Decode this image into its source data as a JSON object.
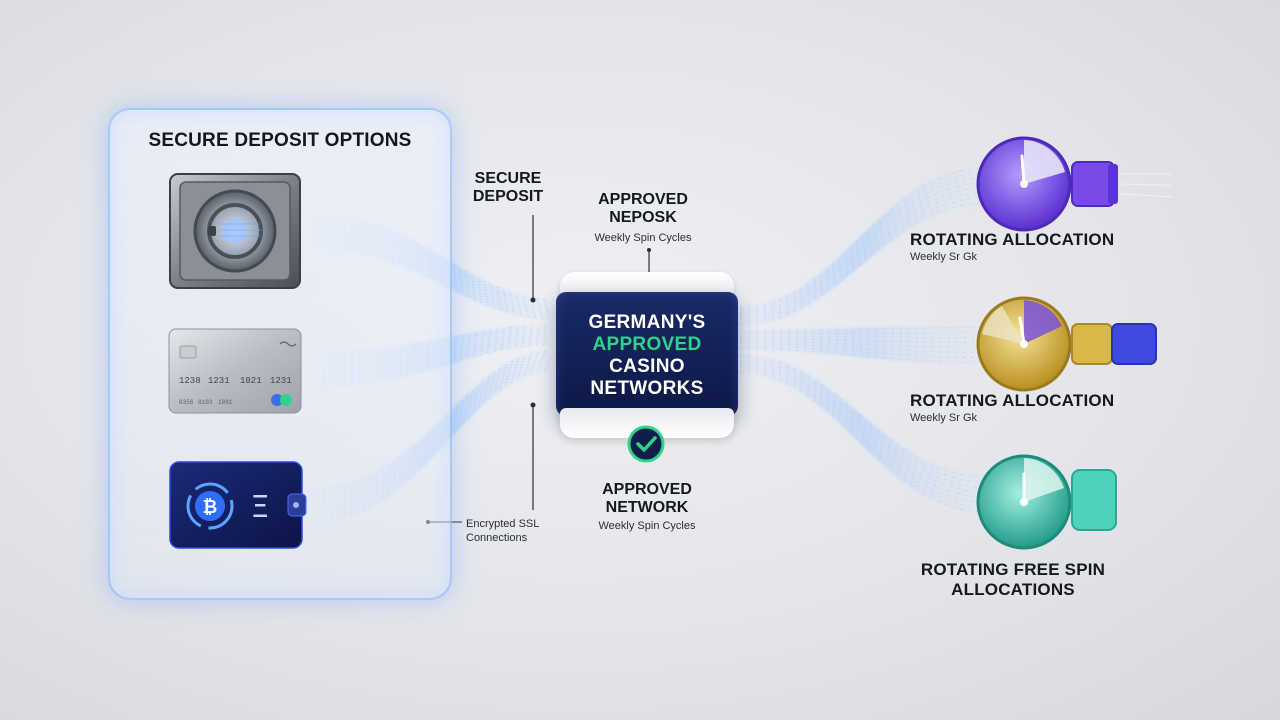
{
  "panel": {
    "title": "SECURE DEPOSIT OPTIONS"
  },
  "deposit_methods": [
    {
      "name": "vault-icon"
    },
    {
      "name": "credit-card-icon",
      "card_numbers": [
        "1238",
        "1231",
        "1021",
        "1231"
      ],
      "card_small": [
        "8356",
        "8103",
        "1081"
      ]
    },
    {
      "name": "crypto-wallet-icon",
      "symbols": [
        "₿",
        "Ξ"
      ]
    }
  ],
  "labels": {
    "secure_deposit": [
      "SECURE",
      "DEPOSIT"
    ],
    "approved_top": {
      "title": [
        "APPROVED",
        "NEPOSK"
      ],
      "sub": "Weekly Spin Cycles"
    },
    "approved_bottom": {
      "title": [
        "APPROVED",
        "NETWORK"
      ],
      "sub": "Weekly Spin Cycles"
    },
    "encrypted": [
      "Encrypted SSL",
      "Connections"
    ]
  },
  "hub": {
    "line1": "GERMANY'S",
    "line2": "APPROVED",
    "line3": "CASINO",
    "line4": "NETWORKS"
  },
  "outputs": [
    {
      "title": "ROTATING ALLOCATION",
      "sub": "Weekly Sr Gk",
      "color": "#6a3fd6"
    },
    {
      "title": "ROTATING ALLOCATION",
      "sub": "Weekly Sr Gk",
      "color": "#d7b13a"
    },
    {
      "title": "ROTATING FREE SPIN",
      "title2": "ALLOCATIONS",
      "color": "#2bb5a0"
    }
  ],
  "colors": {
    "hub_navy": "#132055",
    "accent_green": "#2fd38a",
    "flow_blue": "#7fb4ff",
    "purple": "#6a3fd6",
    "gold": "#d7b13a",
    "teal": "#2bb5a0",
    "indigo": "#3f4be0"
  }
}
